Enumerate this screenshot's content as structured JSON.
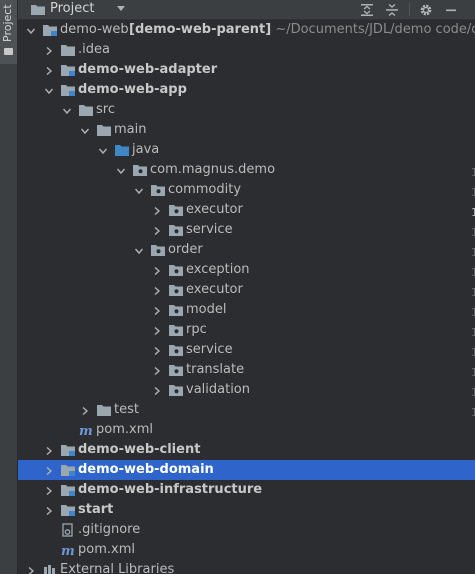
{
  "strip": {
    "label": "Project"
  },
  "header": {
    "title": "Project"
  },
  "tree": {
    "rows": [
      {
        "label": "demo-web",
        "suffix_bold": "[demo-web-parent]",
        "suffix": " ~/Documents/JDL/demo code/de",
        "depth": 0,
        "expanded": true,
        "icon": "module-folder-icon",
        "bold": false
      },
      {
        "label": ".idea",
        "depth": 1,
        "expanded": false,
        "icon": "folder-icon",
        "bold": false
      },
      {
        "label": "demo-web-adapter",
        "depth": 1,
        "expanded": false,
        "icon": "module-folder-icon",
        "bold": true
      },
      {
        "label": "demo-web-app",
        "depth": 1,
        "expanded": true,
        "icon": "module-folder-icon",
        "bold": true
      },
      {
        "label": "src",
        "depth": 2,
        "expanded": true,
        "icon": "folder-icon",
        "bold": false
      },
      {
        "label": "main",
        "depth": 3,
        "expanded": true,
        "icon": "folder-icon",
        "bold": false
      },
      {
        "label": "java",
        "depth": 4,
        "expanded": true,
        "icon": "source-folder-icon",
        "bold": false
      },
      {
        "label": "com.magnus.demo",
        "depth": 5,
        "expanded": true,
        "icon": "package-icon",
        "bold": false
      },
      {
        "label": "commodity",
        "depth": 6,
        "expanded": true,
        "icon": "package-icon",
        "bold": false
      },
      {
        "label": "executor",
        "depth": 7,
        "expanded": false,
        "icon": "package-icon",
        "bold": false
      },
      {
        "label": "service",
        "depth": 7,
        "expanded": false,
        "icon": "package-icon",
        "bold": false
      },
      {
        "label": "order",
        "depth": 6,
        "expanded": true,
        "icon": "package-icon",
        "bold": false
      },
      {
        "label": "exception",
        "depth": 7,
        "expanded": false,
        "icon": "package-icon",
        "bold": false
      },
      {
        "label": "executor",
        "depth": 7,
        "expanded": false,
        "icon": "package-icon",
        "bold": false
      },
      {
        "label": "model",
        "depth": 7,
        "expanded": false,
        "icon": "package-icon",
        "bold": false
      },
      {
        "label": "rpc",
        "depth": 7,
        "expanded": false,
        "icon": "package-icon",
        "bold": false
      },
      {
        "label": "service",
        "depth": 7,
        "expanded": false,
        "icon": "package-icon",
        "bold": false
      },
      {
        "label": "translate",
        "depth": 7,
        "expanded": false,
        "icon": "package-icon",
        "bold": false
      },
      {
        "label": "validation",
        "depth": 7,
        "expanded": false,
        "icon": "package-icon",
        "bold": false
      },
      {
        "label": "test",
        "depth": 3,
        "expanded": false,
        "icon": "folder-icon",
        "bold": false
      },
      {
        "label": "pom.xml",
        "depth": 2,
        "expanded": null,
        "icon": "maven-icon",
        "bold": false
      },
      {
        "label": "demo-web-client",
        "depth": 1,
        "expanded": false,
        "icon": "module-folder-icon",
        "bold": true
      },
      {
        "label": "demo-web-domain",
        "depth": 1,
        "expanded": false,
        "icon": "module-folder-icon",
        "bold": true,
        "selected": true
      },
      {
        "label": "demo-web-infrastructure",
        "depth": 1,
        "expanded": false,
        "icon": "module-folder-icon",
        "bold": true
      },
      {
        "label": "start",
        "depth": 1,
        "expanded": false,
        "icon": "module-folder-icon",
        "bold": true
      },
      {
        "label": ".gitignore",
        "depth": 1,
        "expanded": null,
        "icon": "gitignore-icon",
        "bold": false
      },
      {
        "label": "pom.xml",
        "depth": 1,
        "expanded": null,
        "icon": "maven-icon",
        "bold": false
      },
      {
        "label": "External Libraries",
        "depth": 0,
        "expanded": false,
        "icon": "libraries-icon",
        "bold": false
      }
    ]
  },
  "colors": {
    "background": "#2b2d30",
    "selection": "#2f65ca",
    "folder": "#9aa7b0",
    "package": "#9aa7b0",
    "source_folder": "#3f88c5",
    "maven": "#6f95d4"
  }
}
